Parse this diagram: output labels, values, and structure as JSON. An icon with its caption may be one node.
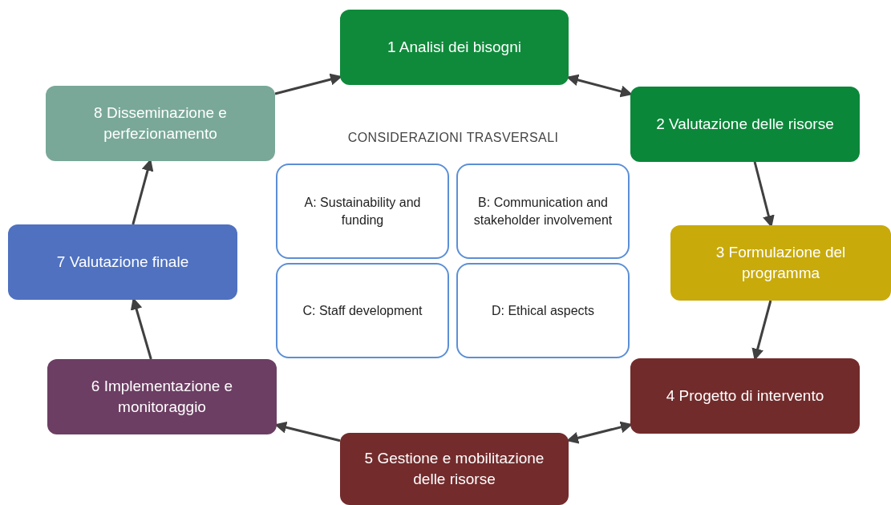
{
  "diagram": {
    "nodes": [
      {
        "text": [
          "1 Analisi dei bisogni"
        ]
      },
      {
        "text": [
          "2 Valutazione delle risorse"
        ]
      },
      {
        "text": [
          "3 Formulazione del programma"
        ]
      },
      {
        "text": [
          "4 Progetto di intervento"
        ]
      },
      {
        "text": [
          "5 Gestione e mobilitazione delle risorse"
        ]
      },
      {
        "text": [
          "6 Implementazione e monitoraggio"
        ]
      },
      {
        "text": [
          "7 Valutazione finale"
        ]
      },
      {
        "text": [
          "8 Disseminazione e perfezionamento"
        ]
      },
      {
        "text": [
          "A: Sustainability and funding"
        ]
      },
      {
        "text": [
          "B: Communication and stakeholder involvement"
        ]
      },
      {
        "text": [
          "C: Staff development"
        ]
      },
      {
        "text": [
          "D: Ethical aspects"
        ]
      }
    ],
    "edges": [
      {
        "from": 7,
        "to": 0,
        "arrow": "to"
      },
      {
        "from": 0,
        "to": 1,
        "arrow": "both"
      },
      {
        "from": 1,
        "to": 2,
        "arrow": "to"
      },
      {
        "from": 2,
        "to": 3,
        "arrow": "to"
      },
      {
        "from": 3,
        "to": 4,
        "arrow": "both"
      },
      {
        "from": 4,
        "to": 5,
        "arrow": "to"
      },
      {
        "from": 5,
        "to": 6,
        "arrow": "to"
      },
      {
        "from": 6,
        "to": 7,
        "arrow": "to"
      }
    ],
    "labels": [
      "CONSIDERAZIONI TRASVERSALI"
    ]
  }
}
